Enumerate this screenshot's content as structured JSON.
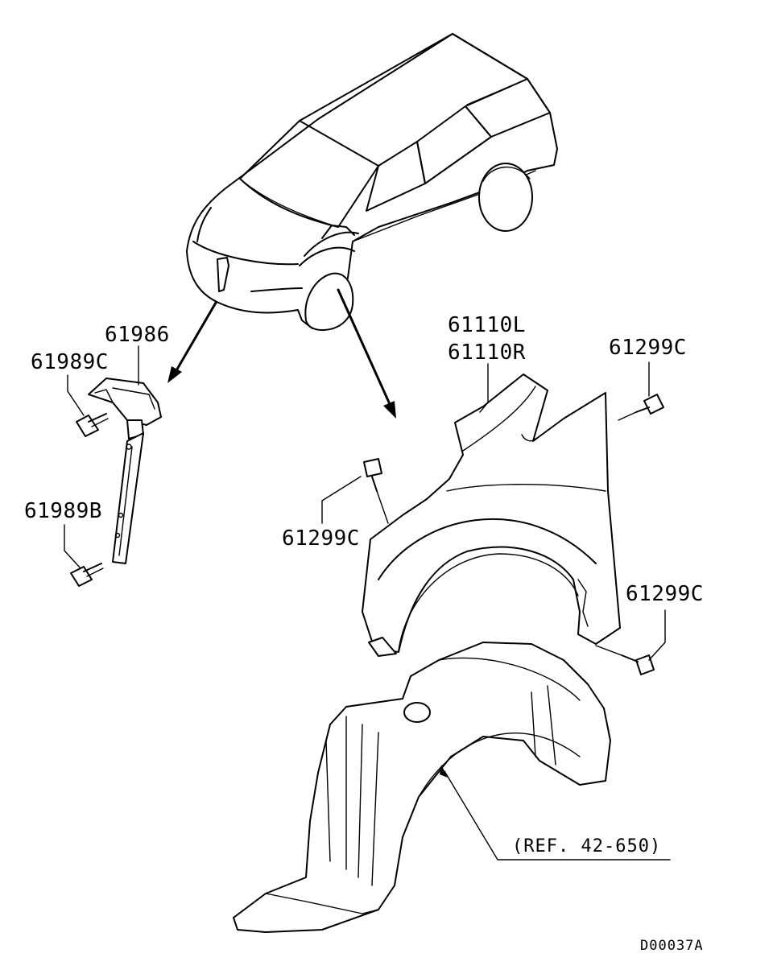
{
  "labels": {
    "sensor_part": "61986",
    "sensor_bolt_top": "61989C",
    "sensor_bolt_bottom": "61989B",
    "fender_left": "61110L",
    "fender_right": "61110R",
    "fender_bolt_top_right": "61299C",
    "fender_bolt_left": "61299C",
    "fender_bolt_bottom_right": "61299C",
    "liner_reference": "(REF. 42-650)",
    "drawing_code": "D00037A"
  }
}
